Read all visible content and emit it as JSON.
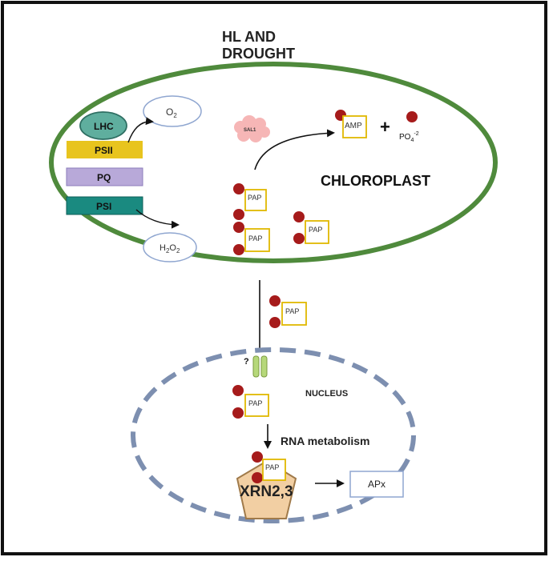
{
  "stress_label_line1": "HL AND",
  "stress_label_line2": "DROUGHT",
  "chloroplast_label": "CHLOROPLAST",
  "nucleus_label": "NUCLEUS",
  "lhc_label": "LHC",
  "psii_label": "PSII",
  "pq_label": "PQ",
  "psi_label": "PSI",
  "o2_label": "O",
  "o2_sub": "2",
  "h2o2_label_h": "H",
  "h2o2_sub1": "2",
  "h2o2_label_o": "O",
  "h2o2_sub2": "2",
  "sal1_label": "SAL1",
  "amp_label": "AMP",
  "plus_sign": "+",
  "po4_label": "PO",
  "po4_sub": "4",
  "po4_sup": "-2",
  "pap_label": "PAP",
  "transporter_question": "?",
  "rna_metabolism_label": "RNA metabolism",
  "xrn_label": "XRN2,3",
  "apx_label": "APx",
  "colors": {
    "chloroplast_border": "#4f8a3c",
    "lhc_fill": "#5fae9e",
    "psii_fill": "#e8c41e",
    "pq_fill": "#b8a9d9",
    "psi_fill": "#1a8a80",
    "sal1_fill": "#f6b6b6",
    "dot_fill": "#a61b1b",
    "pap_border": "#e0b800",
    "nucleus_border": "#7d8fb0",
    "oval_border": "#8fa6d0",
    "xrn_fill": "#f2cfa3",
    "xrn_border": "#a07a4a",
    "transporter_fill": "#b6d87a"
  }
}
